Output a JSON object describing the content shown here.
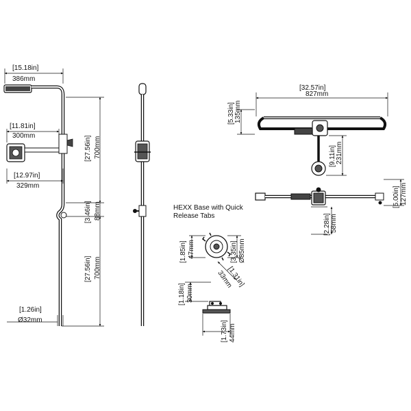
{
  "front_view": {
    "width_in": "[15.18in]",
    "width_mm": "386mm",
    "arm_in": "[11.81in]",
    "arm_mm": "300mm",
    "reach_in": "[12.97in]",
    "reach_mm": "329mm",
    "upper_h_in": "[27.56in]",
    "upper_h_mm": "700mm",
    "offset_in": "[3.46in]",
    "offset_mm": "88mm",
    "lower_h_in": "[27.56in]",
    "lower_h_mm": "700mm",
    "dia_in": "[1.26in]",
    "dia_mm": "Ø32mm"
  },
  "top_view": {
    "width_in": "[32.57in]",
    "width_mm": "827mm",
    "height_in": "[5.33in]",
    "height_mm": "135mm",
    "arm_in": "[9.11in]",
    "arm_mm": "231mm"
  },
  "side_view": {
    "height_in": "[5.00in]",
    "height_mm": "127mm",
    "drop_in": "[2.28in]",
    "drop_mm": "58mm"
  },
  "base": {
    "caption_line1": "HEXX Base with Quick",
    "caption_line2": "Release Tabs",
    "h_in": "[1.85in]",
    "h_mm": "47mm",
    "dia_in": "[3.35in]",
    "dia_mm": "Ø85mm",
    "diag_in": "[1.31in]",
    "diag_mm": "33mm",
    "t_in": "[1.18in]",
    "t_mm": "30mm",
    "b_in": "[1.73in]",
    "b_mm": "44mm"
  }
}
